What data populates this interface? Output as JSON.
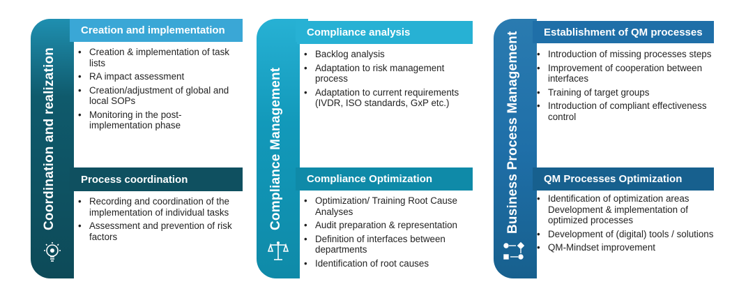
{
  "colors": {
    "col1": "#0f5060",
    "col1_accent": "#3aa7d6",
    "col2": "#0f8aa8",
    "col2_accent": "#27b1d4",
    "col3": "#17608e",
    "col3_accent": "#1f6fa8"
  },
  "columns": [
    {
      "title": "Coordination and realization",
      "icon": "lightbulb-gear-icon",
      "sections": [
        {
          "heading": "Creation and implementation",
          "items": [
            "Creation & implementation of task lists",
            "RA impact assessment",
            "Creation/adjustment of global and local SOPs",
            "Monitoring in the post-implementation phase"
          ]
        },
        {
          "heading": "Process coordination",
          "items": [
            "Recording and coordination of the implementation of individual tasks",
            "Assessment and prevention of risk factors"
          ]
        }
      ]
    },
    {
      "title": "Compliance Management",
      "icon": "scales-icon",
      "sections": [
        {
          "heading": "Compliance analysis",
          "items": [
            "Backlog analysis",
            "Adaptation to risk management process",
            "Adaptation to current requirements (IVDR, ISO standards, GxP etc.)"
          ]
        },
        {
          "heading": "Compliance Optimization",
          "items": [
            "Optimization/ Training Root Cause Analyses",
            "Audit preparation & representation",
            "Definition of interfaces between departments",
            "Identification of root causes"
          ]
        }
      ]
    },
    {
      "title": "Business Process Management",
      "icon": "process-flow-icon",
      "sections": [
        {
          "heading": "Establishment of QM processes",
          "items": [
            "Introduction of missing processes steps",
            "Improvement of cooperation between interfaces",
            "Training of target groups",
            "Introduction of compliant effectiveness control"
          ]
        },
        {
          "heading": "QM Processes Optimization",
          "items": [
            "Identification of optimization areas Development & implementation of optimized processes",
            "Development of (digital) tools / solutions",
            "QM-Mindset improvement"
          ]
        }
      ]
    }
  ]
}
